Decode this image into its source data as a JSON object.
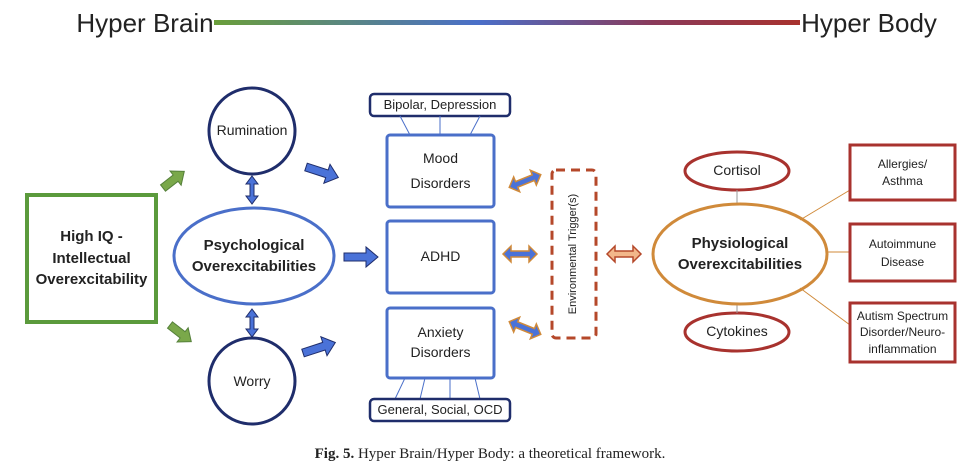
{
  "header": {
    "left_label": "Hyper Brain",
    "right_label": "Hyper Body",
    "gradient_colors": [
      "#6a9e3a",
      "#4a6fc9",
      "#8a3a5a",
      "#a8322e"
    ]
  },
  "nodes": {
    "high_iq": "High IQ - Intellectual Overexcitability",
    "rumination": "Rumination",
    "psych_oe": "Psychological Overexcitabilities",
    "worry": "Worry",
    "bipolar": "Bipolar, Depression",
    "mood": "Mood Disorders",
    "adhd": "ADHD",
    "anxiety": "Anxiety Disorders",
    "anxiety_types": "General, Social, OCD",
    "env_trigger": "Environmental Trigger(s)",
    "cortisol": "Cortisol",
    "phys_oe": "Physiological Overexcitabilities",
    "cytokines": "Cytokines",
    "allergies": "Allergies/ Asthma",
    "autoimmune": "Autoimmune Disease",
    "autism": "Autism Spectrum Disorder/Neuro-inflammation"
  },
  "colors": {
    "green": "#5b9a3c",
    "navy": "#1f2d6b",
    "blue": "#4a6fc9",
    "arrow_fill": "#4a72d8",
    "orange": "#d08a3a",
    "brown": "#a8322e",
    "trigger": "#b5482a"
  },
  "caption": {
    "label": "Fig. 5.",
    "text": "Hyper Brain/Hyper Body: a theoretical framework."
  }
}
